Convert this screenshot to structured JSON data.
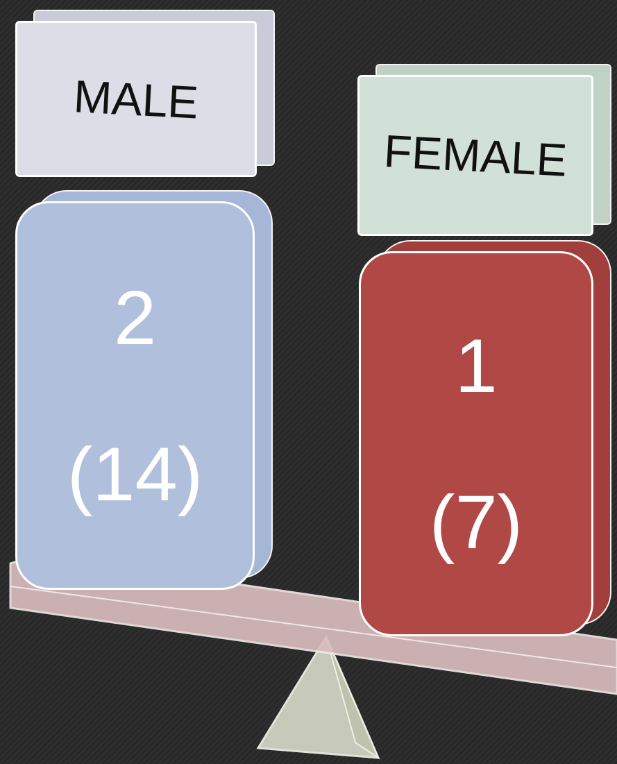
{
  "diagram": {
    "nodes": [
      {
        "text": [
          "MALE"
        ]
      },
      {
        "text": [
          "FEMALE"
        ]
      },
      {
        "text": [
          "2",
          "(14)"
        ]
      },
      {
        "text": [
          "1",
          "(7)"
        ]
      }
    ]
  }
}
